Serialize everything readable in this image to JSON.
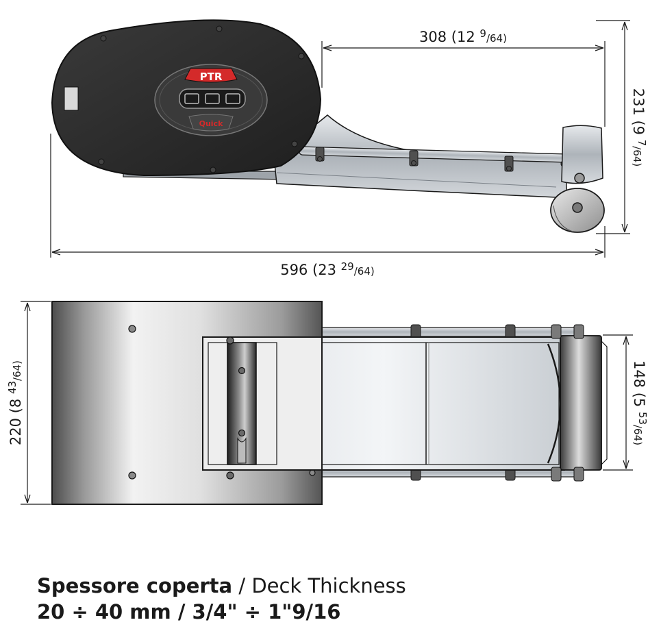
{
  "dimensions": {
    "rod_length": {
      "main": "308 (12 ",
      "num": "9",
      "den": "/64)"
    },
    "height": {
      "main": "231 (9 ",
      "num": "7",
      "den": "/64)"
    },
    "total_length": {
      "main": "596 (23 ",
      "num": "29",
      "den": "/64)"
    },
    "width": {
      "main": "220 (8 ",
      "num": "43",
      "den": "/64)"
    },
    "rail_width": {
      "main": "148 (5 ",
      "num": "53",
      "den": "/64)"
    }
  },
  "logo": {
    "model": "PTR",
    "brand": "Quick"
  },
  "caption": {
    "title_it": "Spessore coperta",
    "title_en": " / Deck Thickness",
    "range": "20 ÷ 40 mm / 3/4\" ÷ 1\"9/16"
  },
  "colors": {
    "motor": "#2b2b2b",
    "logo_red": "#d42a2a",
    "metal": "#c8cdd2",
    "line": "#1a1a1a"
  }
}
